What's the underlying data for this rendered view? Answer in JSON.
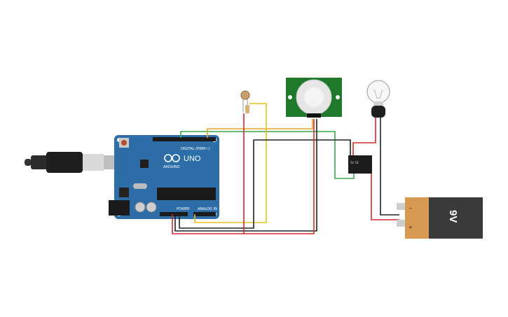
{
  "components": {
    "arduino": {
      "brand": "ARDUINO",
      "model": "UNO",
      "digital_header": "DIGITAL (PWM~)",
      "power_header": "POWER",
      "analog_header": "ANALOG IN",
      "board_color": "#2d6ea8"
    },
    "battery": {
      "label": "9V",
      "body_color": "#3a3a3a",
      "cap_color": "#d89a52"
    },
    "pir_sensor": {
      "board_color": "#1e7a2a",
      "dome_color": "#e6e6e6"
    },
    "relay": {
      "text": "5V DC"
    },
    "bulb": {
      "glass_color": "#f7f7f7"
    },
    "photoresistor": {
      "color": "#c8a06a"
    }
  },
  "wires": {
    "colors": {
      "red": "#d32b2b",
      "black": "#222222",
      "yellow": "#e8c21c",
      "green": "#3aa64a"
    }
  }
}
